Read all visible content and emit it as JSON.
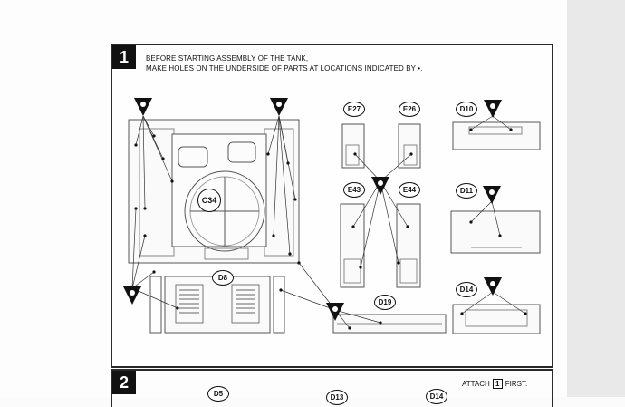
{
  "step1": {
    "number": "1",
    "instruction_line1": "BEFORE STARTING ASSEMBLY OF THE TANK,",
    "instruction_line2": "MAKE HOLES ON THE UNDERSIDE OF PARTS AT LOCATIONS INDICATED BY •."
  },
  "parts": {
    "c34": "C34",
    "d8": "D8",
    "e27": "E27",
    "e26": "E26",
    "e43": "E43",
    "e44": "E44",
    "d10": "D10",
    "d11": "D11",
    "d14": "D14",
    "d19": "D19",
    "d5": "D5",
    "d13": "D13",
    "d14b": "D14"
  },
  "step2": {
    "number": "2",
    "attach_prefix": "ATTACH",
    "attach_ref": "1",
    "attach_suffix": "FIRST."
  }
}
